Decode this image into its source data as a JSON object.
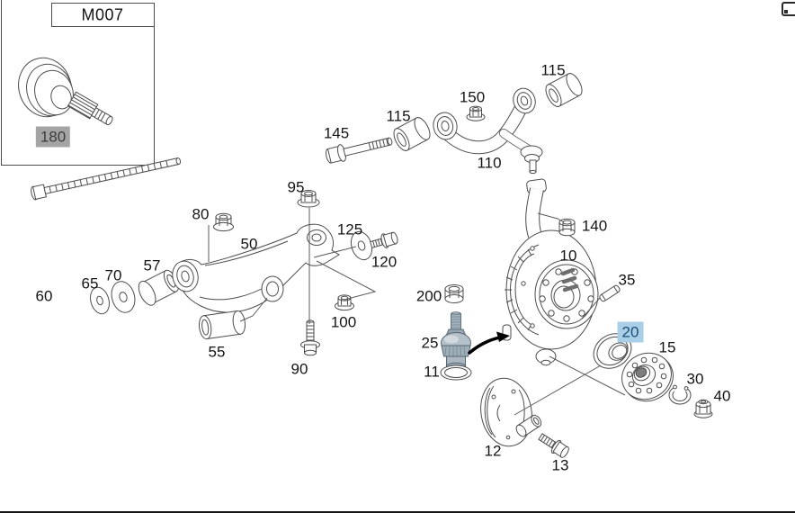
{
  "pictogram": {
    "title": "M007",
    "highlighted_part_label": "180"
  },
  "icons": {
    "corner": "expand-icon",
    "arrow": "install-direction-arrow"
  },
  "colors": {
    "line": "#4d4d4d",
    "gray_highlight_bg": "#a4a4a4",
    "gray_highlight_text": "#3c3c3c",
    "blue_highlight_bg": "#a8cfe6",
    "blue_highlight_text": "#1d4e78",
    "product_fill": "#aab8c2"
  },
  "diagram": {
    "part_labels": [
      {
        "text": "60"
      },
      {
        "text": "65"
      },
      {
        "text": "70"
      },
      {
        "text": "57"
      },
      {
        "text": "80"
      },
      {
        "text": "50"
      },
      {
        "text": "95"
      },
      {
        "text": "125"
      },
      {
        "text": "120"
      },
      {
        "text": "100"
      },
      {
        "text": "55"
      },
      {
        "text": "90"
      },
      {
        "text": "145"
      },
      {
        "text": "115"
      },
      {
        "text": "150"
      },
      {
        "text": "115"
      },
      {
        "text": "110"
      },
      {
        "text": "140"
      },
      {
        "text": "10"
      },
      {
        "text": "35"
      },
      {
        "text": "200"
      },
      {
        "text": "25"
      },
      {
        "text": "11"
      },
      {
        "text": "20"
      },
      {
        "text": "15"
      },
      {
        "text": "30"
      },
      {
        "text": "40"
      },
      {
        "text": "12"
      },
      {
        "text": "13"
      }
    ]
  }
}
